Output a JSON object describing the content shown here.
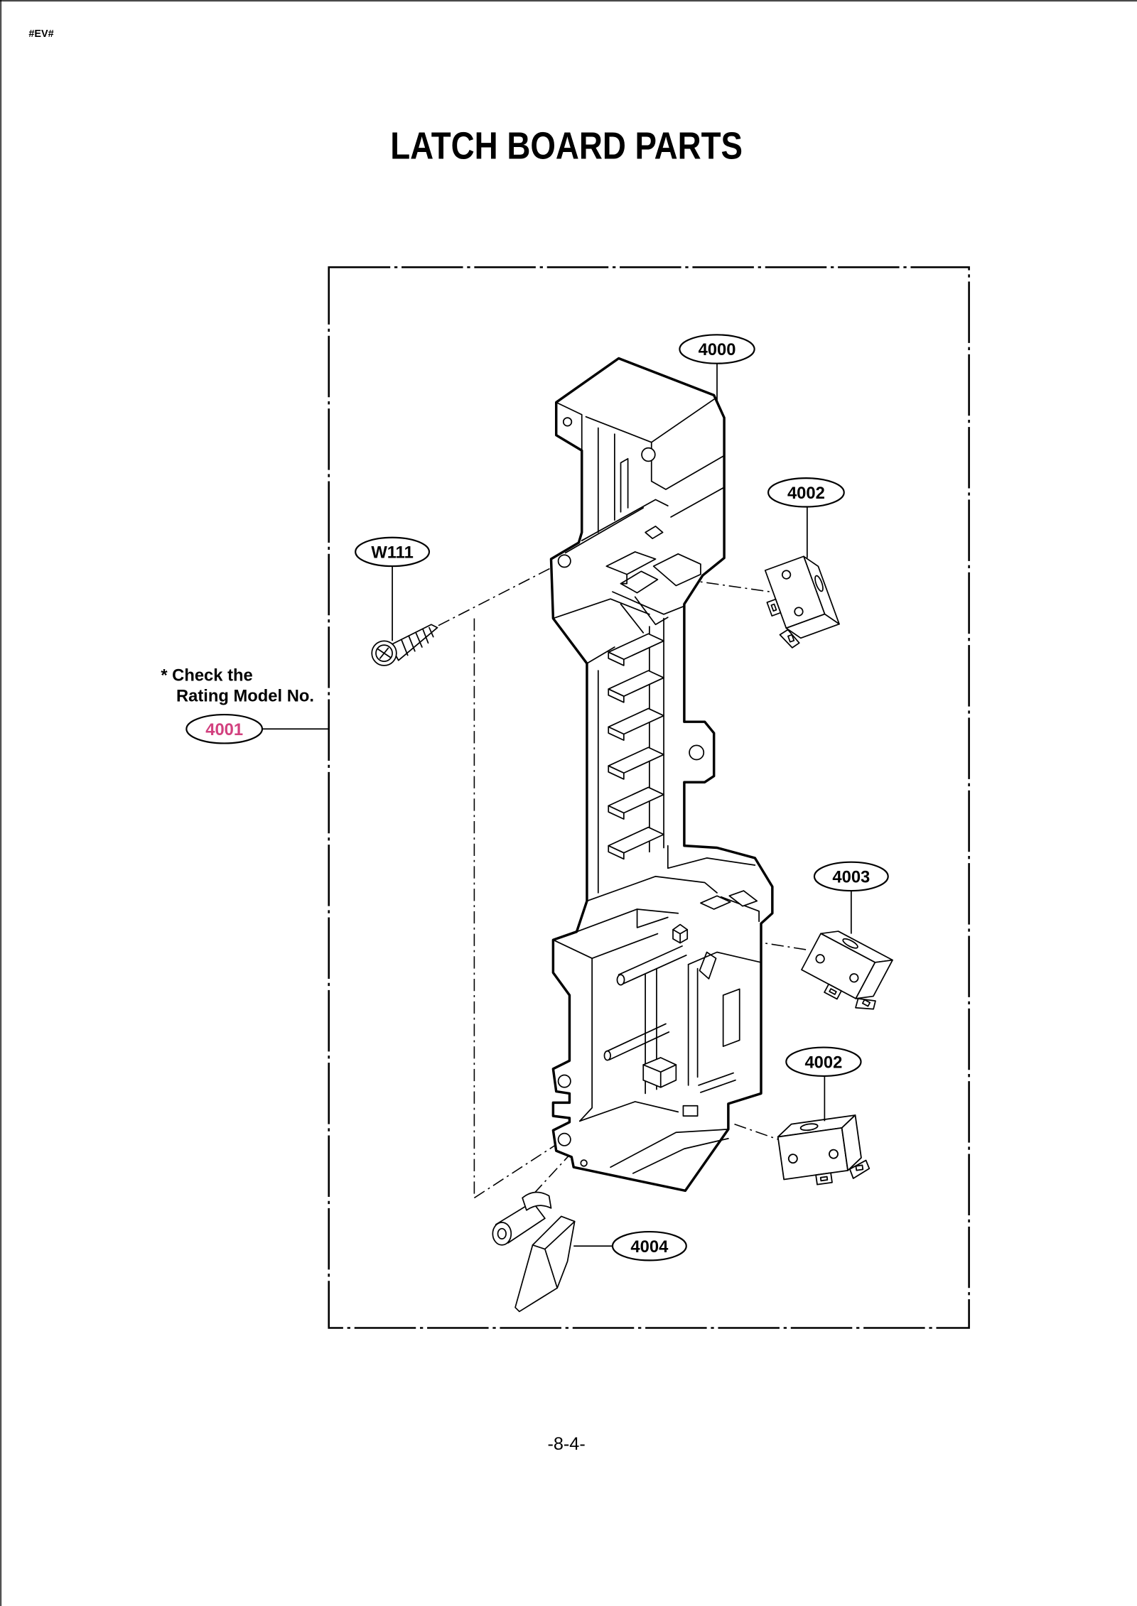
{
  "page": {
    "code": "#EV#",
    "title": "LATCH BOARD PARTS",
    "page_number": "-8-4-"
  },
  "note": {
    "line1": "* Check the",
    "line2": "Rating Model No."
  },
  "callouts": [
    {
      "label": "4000"
    },
    {
      "label": "4002"
    },
    {
      "label": "W111"
    },
    {
      "label": "4001"
    },
    {
      "label": "4003"
    },
    {
      "label": "4002"
    },
    {
      "label": "4004"
    }
  ],
  "colors": {
    "ink": "#000000",
    "paper": "#ffffff",
    "highlight": "#d2417f"
  },
  "icons": {
    "board": "latch-board-icon",
    "switch": "micro-switch-icon",
    "screw": "screw-icon",
    "lever": "lever-icon"
  }
}
